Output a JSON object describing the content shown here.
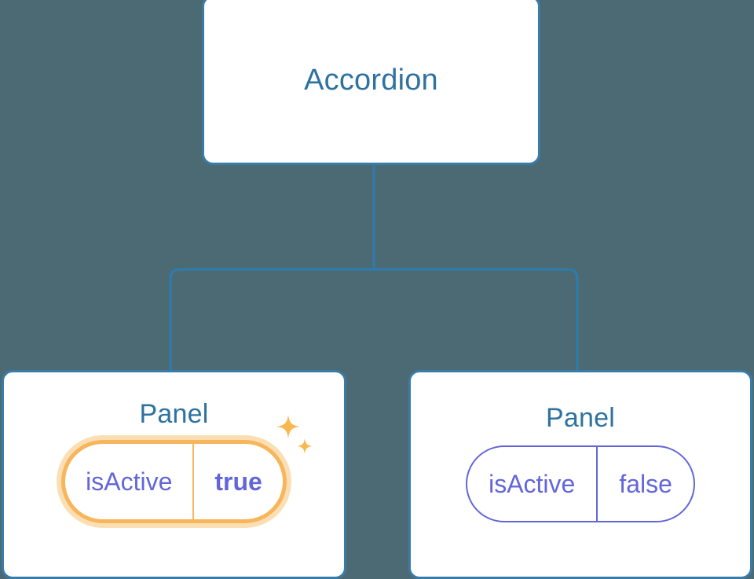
{
  "canvas": {
    "background_color": "#4c6a74"
  },
  "theme": {
    "node_border_color": "#3a7ca8",
    "node_background": "#ffffff",
    "node_title_color": "#2e72a0",
    "edge_color": "#2b7cb0",
    "prop_text_color": "#6366d8",
    "prop_border_color": "#6366d8",
    "highlight_border_color": "#f7b55c",
    "highlight_glow_color": "#fbdfb4",
    "sparkle_color": "#f9b84f"
  },
  "tree": {
    "root": {
      "title": "Accordion"
    },
    "children": [
      {
        "title": "Panel",
        "prop": {
          "key": "isActive",
          "value": "true"
        },
        "highlighted": true,
        "sparkle_icons": [
          "sparkle-large-icon",
          "sparkle-small-icon"
        ]
      },
      {
        "title": "Panel",
        "prop": {
          "key": "isActive",
          "value": "false"
        },
        "highlighted": false
      }
    ]
  }
}
